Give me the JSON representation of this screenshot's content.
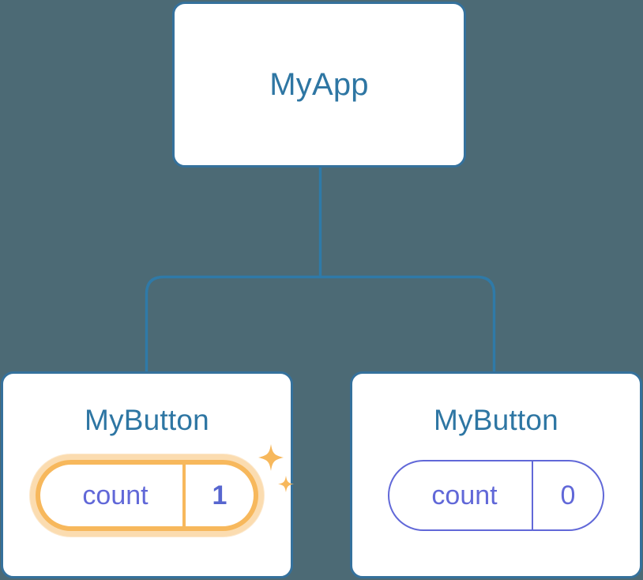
{
  "diagram": {
    "type": "component-tree",
    "background_color": "#4c6a75",
    "node_border_color": "#35719c",
    "node_title_color": "#2e76a3",
    "state_color": "#6168d8",
    "highlight_color": "#f7b85c",
    "highlight_glow_color": "#fbdcb0",
    "edge_color": "#2f7aa8",
    "root": {
      "title": "MyApp"
    },
    "children": [
      {
        "title": "MyButton",
        "state": {
          "key": "count",
          "value": "1"
        },
        "updated": true,
        "sparkle_icon": "sparkles-icon"
      },
      {
        "title": "MyButton",
        "state": {
          "key": "count",
          "value": "0"
        },
        "updated": false
      }
    ]
  }
}
